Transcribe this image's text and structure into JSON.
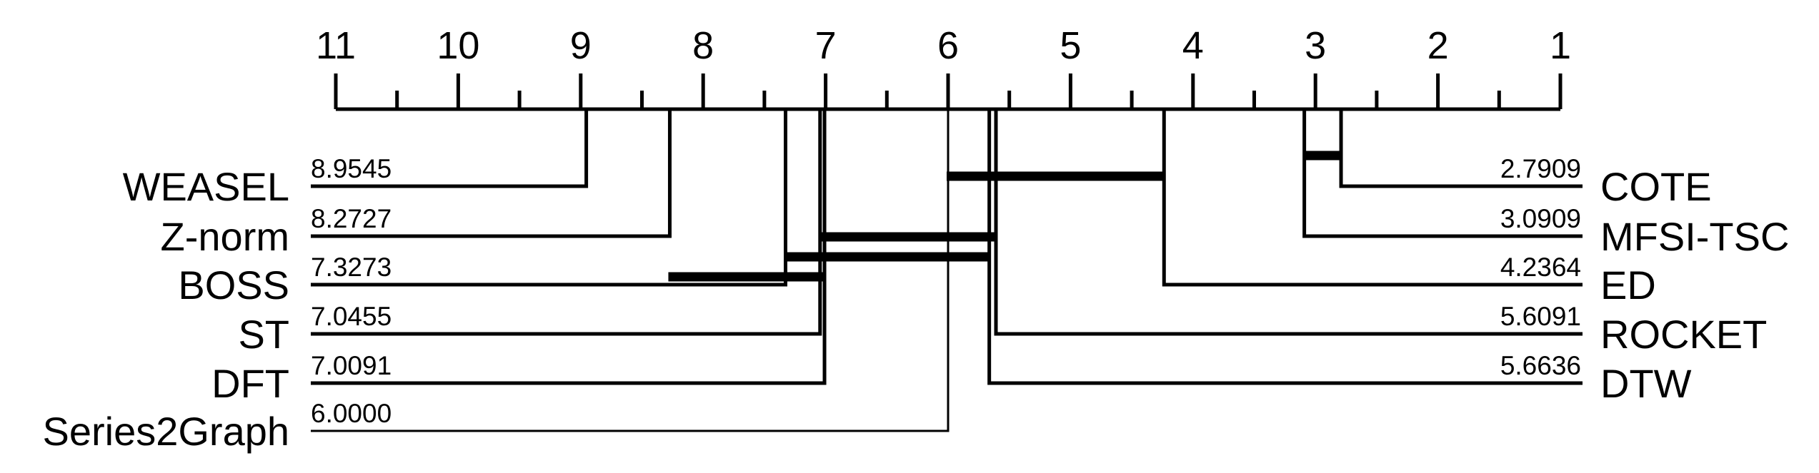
{
  "diagram": {
    "axis": {
      "min": 1,
      "max": 11,
      "ticks": [
        "11",
        "10",
        "9",
        "8",
        "7",
        "6",
        "5",
        "4",
        "3",
        "2",
        "1"
      ]
    },
    "left_methods": [
      {
        "name": "WEASEL",
        "rank": 8.9545,
        "rank_label": "8.9545"
      },
      {
        "name": "Z-norm",
        "rank": 8.2727,
        "rank_label": "8.2727"
      },
      {
        "name": "BOSS",
        "rank": 7.3273,
        "rank_label": "7.3273"
      },
      {
        "name": "ST",
        "rank": 7.0455,
        "rank_label": "7.0455"
      },
      {
        "name": "DFT",
        "rank": 7.0091,
        "rank_label": "7.0091"
      },
      {
        "name": "Series2Graph",
        "rank": 6.0,
        "rank_label": "6.0000"
      }
    ],
    "right_methods": [
      {
        "name": "COTE",
        "rank": 2.7909,
        "rank_label": "2.7909"
      },
      {
        "name": "MFSI-TSC",
        "rank": 3.0909,
        "rank_label": "3.0909"
      },
      {
        "name": "ED",
        "rank": 4.2364,
        "rank_label": "4.2364"
      },
      {
        "name": "ROCKET",
        "rank": 5.6091,
        "rank_label": "5.6091"
      },
      {
        "name": "DTW",
        "rank": 5.6636,
        "rank_label": "5.6636"
      }
    ],
    "cliques": [
      {
        "from": 2.7909,
        "to": 3.0909
      },
      {
        "from": 4.2364,
        "to": 6.0
      },
      {
        "from": 5.6091,
        "to": 7.0455
      },
      {
        "from": 5.6636,
        "to": 7.3273
      },
      {
        "from": 7.0091,
        "to": 8.2727
      }
    ]
  }
}
